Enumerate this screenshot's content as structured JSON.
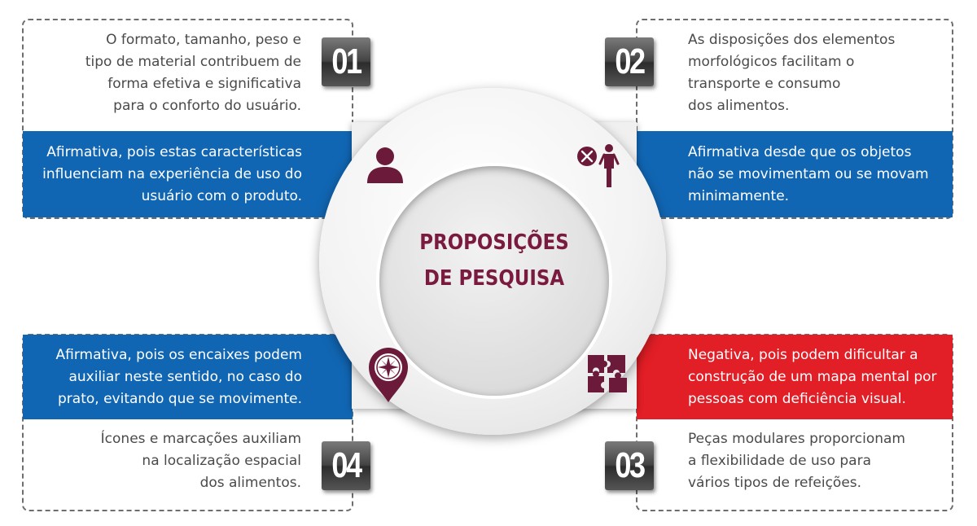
{
  "center": {
    "title_lines": [
      "PROPOSIÇÕES",
      "DE PESQUISA"
    ]
  },
  "colors": {
    "band_blue": "#1166b3",
    "band_red": "#e21e26",
    "title": "#7a1a3e",
    "icon": "#6b1a3a"
  },
  "quadrants": [
    {
      "number": "01",
      "icon": "user-icon",
      "proposition_lines": [
        "O formato, tamanho, peso e",
        "tipo de material contribuem de",
        "forma efetiva e significativa",
        "para o conforto do usuário."
      ],
      "answer_lines": [
        "Afirmativa, pois estas características",
        "influenciam na experiência de uso do",
        "usuário com o produto."
      ],
      "answer_color": "blue"
    },
    {
      "number": "02",
      "icon": "utensils-person-icon",
      "proposition_lines": [
        "As disposições dos elementos",
        "morfológicos facilitam o",
        "transporte e consumo",
        "dos alimentos."
      ],
      "answer_lines": [
        "Afirmativa desde que os objetos",
        "não se movimentam ou se movam",
        "minimamente."
      ],
      "answer_color": "blue"
    },
    {
      "number": "03",
      "icon": "puzzle-icon",
      "proposition_lines": [
        "Peças modulares proporcionam",
        "a flexibilidade de uso para",
        "vários tipos de refeições."
      ],
      "answer_lines": [
        "Negativa, pois podem dificultar a",
        "construção de um mapa mental por",
        "pessoas com deficiência visual."
      ],
      "answer_color": "red"
    },
    {
      "number": "04",
      "icon": "compass-pin-icon",
      "proposition_lines": [
        "Ícones e marcações auxiliam",
        "na localização espacial",
        "dos alimentos."
      ],
      "answer_lines": [
        "Afirmativa, pois os encaixes podem",
        "auxiliar neste sentido, no caso do",
        "prato, evitando que se movimente."
      ],
      "answer_color": "blue"
    }
  ]
}
